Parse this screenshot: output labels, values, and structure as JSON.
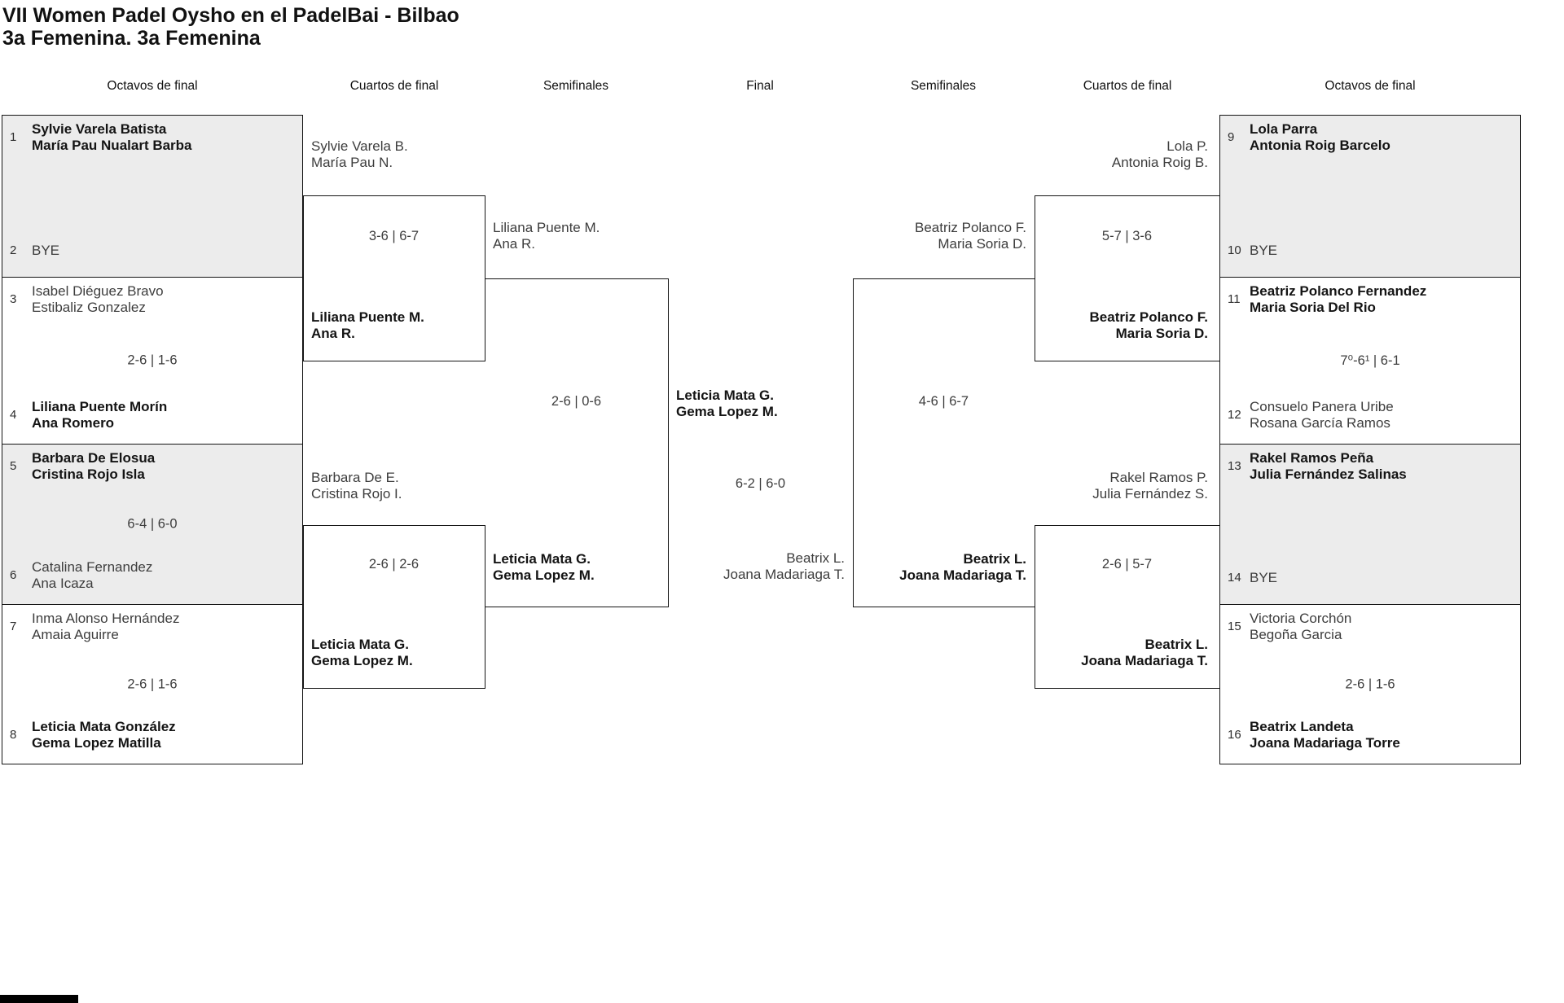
{
  "title": {
    "line1": "VII Women Padel Oysho en el PadelBai - Bilbao",
    "line2": "3a Femenina. 3a Femenina"
  },
  "round_headers": [
    "Octavos de final",
    "Cuartos de final",
    "Semifinales",
    "Final",
    "Semifinales",
    "Cuartos de final",
    "Octavos de final"
  ],
  "colors": {
    "box_fill_gray": "#ececec",
    "border": "#141414",
    "winner_text": "#141414",
    "loser_text": "#3d3d3d"
  },
  "octavos_left": [
    {
      "seed_top": "1",
      "top1": "Sylvie Varela Batista",
      "top2": "María Pau Nualart Barba",
      "score": "",
      "seed_bottom": "2",
      "bot1": "BYE",
      "bot2": ""
    },
    {
      "seed_top": "3",
      "top1": "Isabel Diéguez Bravo",
      "top2": "Estibaliz Gonzalez",
      "score": "2-6 | 1-6",
      "seed_bottom": "4",
      "bot1": "Liliana Puente Morín",
      "bot2": "Ana Romero"
    },
    {
      "seed_top": "5",
      "top1": "Barbara De Elosua",
      "top2": "Cristina Rojo Isla",
      "score": "6-4 | 6-0",
      "seed_bottom": "6",
      "bot1": "Catalina Fernandez",
      "bot2": "Ana Icaza"
    },
    {
      "seed_top": "7",
      "top1": "Inma Alonso Hernández",
      "top2": "Amaia Aguirre",
      "score": "2-6 | 1-6",
      "seed_bottom": "8",
      "bot1": "Leticia Mata González",
      "bot2": "Gema Lopez Matilla"
    }
  ],
  "octavos_right": [
    {
      "seed_top": "9",
      "top1": "Lola Parra",
      "top2": "Antonia Roig Barcelo",
      "score": "",
      "seed_bottom": "10",
      "bot1": "BYE",
      "bot2": ""
    },
    {
      "seed_top": "11",
      "top1": "Beatriz Polanco Fernandez",
      "top2": "Maria Soria Del Rio",
      "score": "7⁰-6¹ | 6-1",
      "seed_bottom": "12",
      "bot1": "Consuelo Panera Uribe",
      "bot2": "Rosana García Ramos"
    },
    {
      "seed_top": "13",
      "top1": "Rakel Ramos Peña",
      "top2": "Julia Fernández Salinas",
      "score": "",
      "seed_bottom": "14",
      "bot1": "BYE",
      "bot2": ""
    },
    {
      "seed_top": "15",
      "top1": "Victoria Corchón",
      "top2": "Begoña Garcia",
      "score": "2-6 | 1-6",
      "seed_bottom": "16",
      "bot1": "Beatrix Landeta",
      "bot2": "Joana Madariaga Torre"
    }
  ],
  "cuartos_left": [
    {
      "top1": "Sylvie Varela B.",
      "top2": "María Pau N.",
      "score": "3-6 | 6-7",
      "bot1": "Liliana Puente M.",
      "bot2": "Ana R."
    },
    {
      "top1": "Barbara De E.",
      "top2": "Cristina Rojo I.",
      "score": "2-6 | 2-6",
      "bot1": "Leticia Mata G.",
      "bot2": "Gema Lopez M."
    }
  ],
  "cuartos_right": [
    {
      "top1": "Lola P.",
      "top2": "Antonia Roig B.",
      "score": "5-7 | 3-6",
      "bot1": "Beatriz Polanco F.",
      "bot2": "Maria Soria D."
    },
    {
      "top1": "Rakel Ramos P.",
      "top2": "Julia Fernández S.",
      "score": "2-6 | 5-7",
      "bot1": "Beatrix L.",
      "bot2": "Joana Madariaga T."
    }
  ],
  "semis_left": {
    "top1": "Liliana Puente M.",
    "top2": "Ana R.",
    "score": "2-6 | 0-6",
    "bot1": "Leticia Mata G.",
    "bot2": "Gema Lopez M."
  },
  "semis_right": {
    "top1": "Beatriz Polanco F.",
    "top2": "Maria Soria D.",
    "score": "4-6 | 6-7",
    "bot1": "Beatrix L.",
    "bot2": "Joana Madariaga T."
  },
  "final": {
    "top1": "Leticia Mata G.",
    "top2": "Gema Lopez M.",
    "score": "6-2 | 6-0",
    "bot1": "Beatrix L.",
    "bot2": "Joana Madariaga T."
  }
}
